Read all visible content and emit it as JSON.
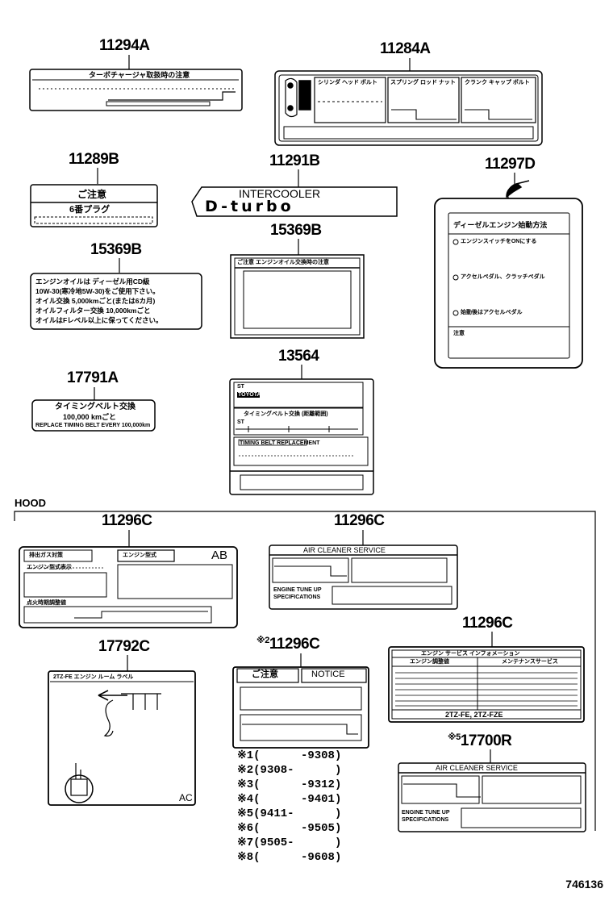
{
  "part_numbers": {
    "p11294A": "11294A",
    "p11284A": "11284A",
    "p11289B": "11289B",
    "p11291B": "11291B",
    "p11297D": "11297D",
    "p15369B_left": "15369B",
    "p15369B_center": "15369B",
    "p13564": "13564",
    "p17791A": "17791A",
    "p11296C_1": "11296C",
    "p11296C_2": "11296C",
    "p11296C_3": "11296C",
    "p11296C_4": "11296C",
    "p17792C": "17792C",
    "p17700R": "17700R"
  },
  "marks": {
    "m2": "※2",
    "m5": "※5"
  },
  "section_label": "HOOD",
  "reference_number": "746136",
  "labels": {
    "l11294A_header": "ターボチャージャ取扱時の注意",
    "l11284A_cols": [
      "シリンダ ヘッド ボルト",
      "スプリング ロッド ナット",
      "クランク キャップ ボルト"
    ],
    "l11289B_line1": "ご注意",
    "l11289B_line2": "6番プラグ",
    "l11291B_line1": "INTERCOOLER",
    "l11291B_line2": "D-turbo",
    "l15369B_left_text": [
      "エンジンオイルは ディーゼル用CD級",
      "10W-30(寒冷地5W-30)をご使用下さい。",
      "オイル交換 5,000kmごと(または6カ月)",
      "オイルフィルター交換 10,000kmごと",
      "オイルはFレベル以上に保ってください。"
    ],
    "l15369B_center_header": "ご注意 エンジンオイル交換時の注意",
    "l13564_box1": "ST",
    "l13564_box1b": "TOYOTA",
    "l13564_row": "タイミングベルト交換 (距離範囲)",
    "l13564_row2": "ST",
    "l13564_box3": "TIMING BELT REPLACEMENT",
    "l17791A_line1": "タイミングベルト交換",
    "l17791A_line2": "100,000 kmごと",
    "l17791A_line3": "REPLACE TIMING BELT EVERY 100,000km",
    "l11297D_title": "ディーゼルエンジン始動方法",
    "l11297D_step1": "エンジンスイッチをONにする",
    "l11297D_step2": "アクセルペダル、クラッチペダル",
    "l11297D_step3": "始動後はアクセルペダル",
    "l11297D_warn": "注意",
    "l11296C_a_head1": "排出ガス対策",
    "l11296C_a_head2": "エンジン型式",
    "l11296C_a_code": "AB",
    "l11296C_a_field1": "エンジン型式表示",
    "l11296C_a_field2": "点火時期調整値",
    "l11296C_b_title": "AIR CLEANER SERVICE",
    "l11296C_b_spec": "ENGINE TUNE UP SPECIFICATIONS",
    "l11296C_c_title": "エンジン サービス インフォメーション",
    "l11296C_c_col1": "エンジン調整値",
    "l11296C_c_col2": "メンテナンスサービス",
    "l11296C_c_footer": "2TZ-FE, 2TZ-FZE",
    "l17792C_header": "2TZ-FE エンジン ルーム ラベル",
    "l17792C_code": "AC",
    "l11296C_d_head1": "ご注意",
    "l11296C_d_head2": "NOTICE",
    "l17700R_title": "AIR CLEANER SERVICE",
    "l17700R_spec": "ENGINE TUNE UP SPECIFICATIONS"
  },
  "footnotes": [
    {
      "mark": "※1",
      "range": "(      -9308)"
    },
    {
      "mark": "※2",
      "range": "(9308-      )"
    },
    {
      "mark": "※3",
      "range": "(      -9312)"
    },
    {
      "mark": "※4",
      "range": "(      -9401)"
    },
    {
      "mark": "※5",
      "range": "(9411-      )"
    },
    {
      "mark": "※6",
      "range": "(      -9505)"
    },
    {
      "mark": "※7",
      "range": "(9505-      )"
    },
    {
      "mark": "※8",
      "range": "(      -9608)"
    }
  ]
}
